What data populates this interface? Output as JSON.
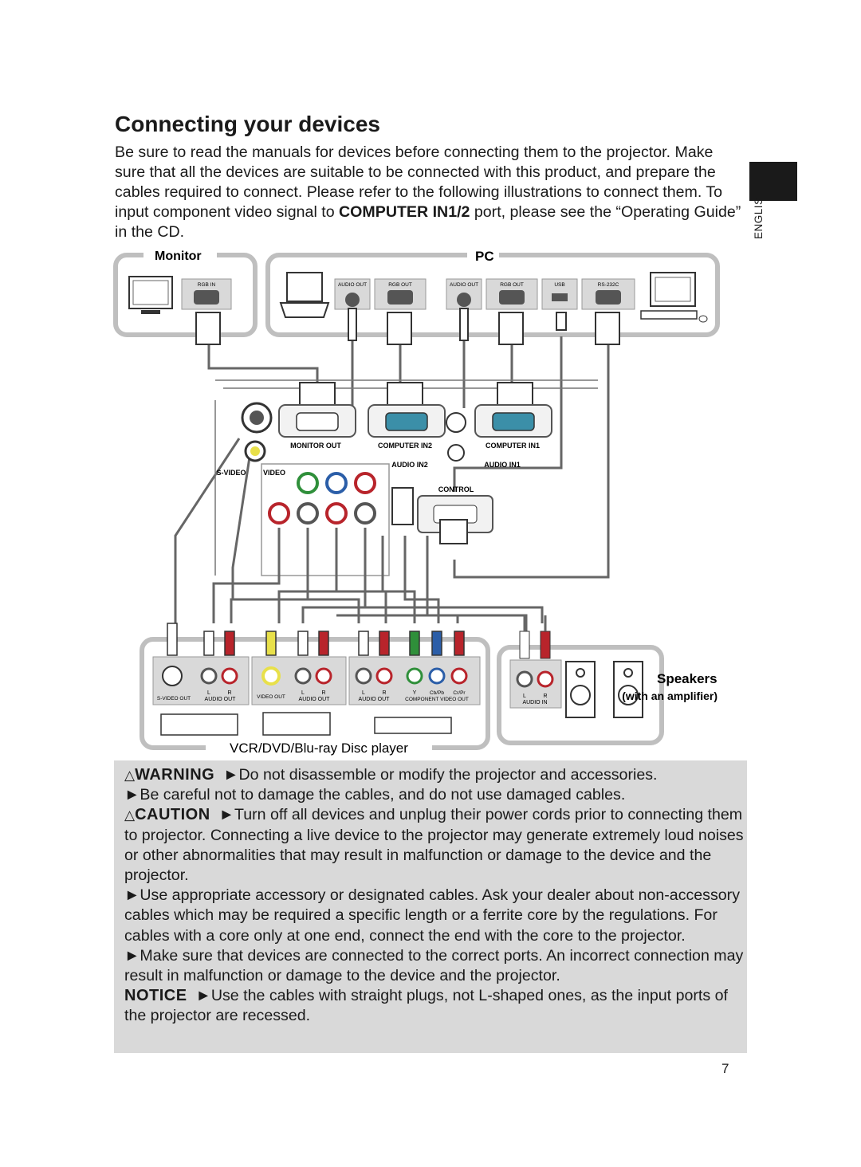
{
  "title": "Connecting your devices",
  "intro": {
    "part1": "Be sure to read the manuals for devices before connecting them to the projector. Make sure that all the devices are suitable to be connected with this product, and prepare the cables required to connect. Please refer to the following illustrations to connect them. To input component video signal to ",
    "bold": "COMPUTER IN1/2",
    "part2": " port, please see the “Operating Guide” in the CD."
  },
  "side_tab": {
    "label": "ENGLISH"
  },
  "diagram": {
    "monitor_label": "Monitor",
    "pc_label": "PC",
    "monitor_port": "RGB IN",
    "pc_ports": [
      "AUDIO OUT",
      "RGB OUT",
      "AUDIO OUT",
      "RGB OUT",
      "USB",
      "RS-232C"
    ],
    "projector_ports": {
      "monitor_out": "MONITOR OUT",
      "computer_in2": "COMPUTER IN2",
      "computer_in1": "COMPUTER IN1",
      "audio_in2": "AUDIO IN2",
      "audio_in1": "AUDIO IN1",
      "s_video": "S-VIDEO",
      "video": "VIDEO",
      "control": "CONTROL"
    },
    "player_ports": {
      "s_video_out": "S-VIDEO OUT",
      "audio_out": "AUDIO OUT",
      "video_out": "VIDEO OUT",
      "l": "L",
      "r": "R",
      "y": "Y",
      "cb": "Cb/Pb",
      "cr": "Cr/Pr",
      "component_video_out": "COMPONENT VIDEO OUT"
    },
    "speakers_port": "AUDIO IN",
    "speakers_label": "Speakers",
    "speakers_note": "(with an amplifier)",
    "player_label": "VCR/DVD/Blu-ray Disc player"
  },
  "safety": {
    "warning_tag": "WARNING",
    "warning_1": "►Do not disassemble or modify the projector and accessories.",
    "warning_2": "►Be careful not to damage the cables, and do not use damaged cables.",
    "caution_tag": "CAUTION",
    "caution_1": "►Turn off all devices and unplug their power cords prior to connecting them to projector. Connecting a live device to the projector may generate extremely loud noises or other abnormalities that may result in malfunction or damage to the device and the projector.",
    "caution_2": "►Use appropriate accessory or designated cables. Ask your dealer about non-accessory cables which may be required a specific length or a ferrite core by the regulations. For cables with a core only at one end, connect the end with the core to the projector.",
    "caution_3": "►Make sure that devices are connected to the correct ports. An incorrect connection may result in malfunction or damage to the device and the projector.",
    "notice_tag": "NOTICE",
    "notice_1": "►Use the cables with straight plugs, not L-shaped ones, as the input ports of the projector are recessed."
  },
  "page_number": "7"
}
